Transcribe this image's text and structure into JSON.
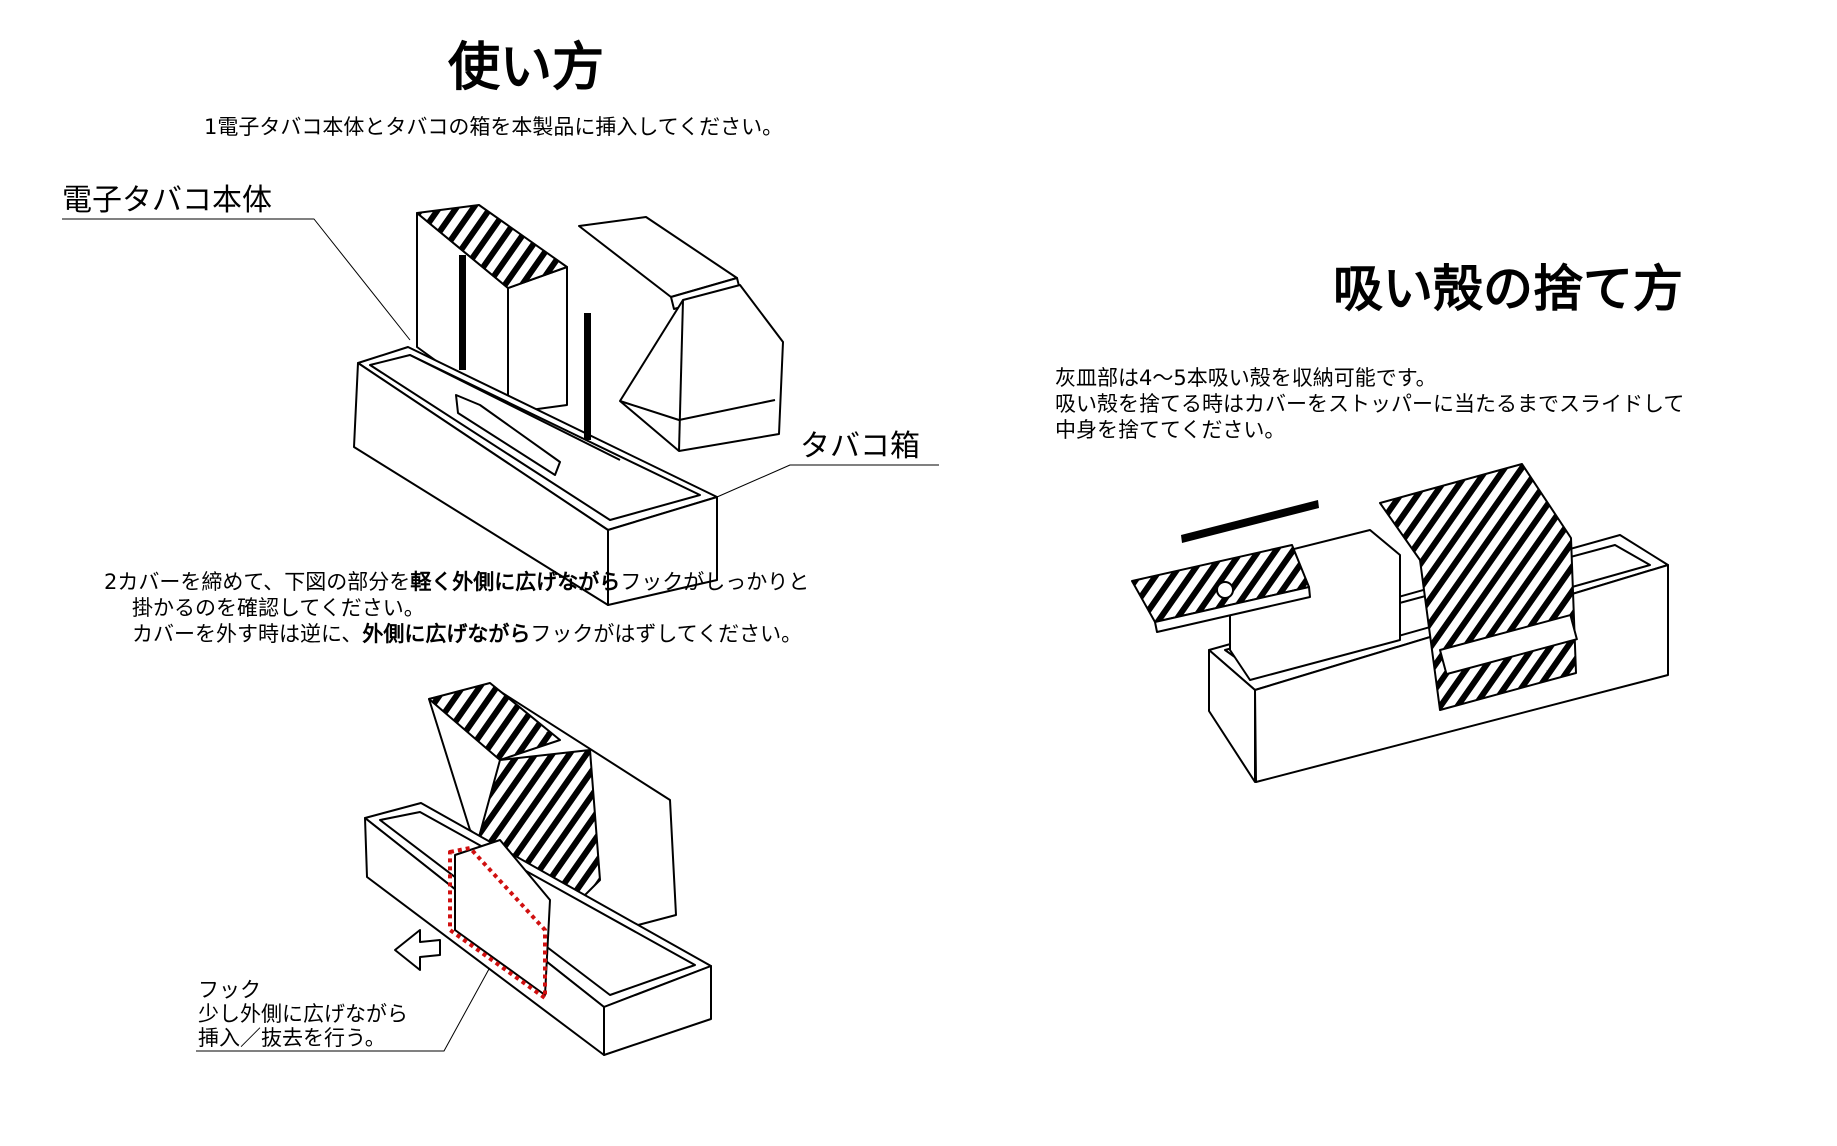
{
  "usage": {
    "title": "使い方",
    "step1": "1電子タバコ本体とタバコの箱を本製品に挿入してください。",
    "label_ecig": "電子タバコ本体",
    "label_box": "タバコ箱",
    "step2": {
      "line1_a": "2カバーを締めて、下図の部分を",
      "line1_bold": "軽く外側に広げながら",
      "line1_b": "フックがしっかりと",
      "line2": "掛かるのを確認してください。",
      "line3_a": "カバーを外す時は逆に、",
      "line3_bold": "外側に広げながら",
      "line3_b": "フックがはずしてください。"
    },
    "hook_label": {
      "line1": "フック",
      "line2": "少し外側に広げながら",
      "line3": "挿入／抜去を行う。"
    }
  },
  "disposal": {
    "title": "吸い殻の捨て方",
    "line1": "灰皿部は4～5本吸い殻を収納可能です。",
    "line2": "吸い殻を捨てる時はカバーをストッパーに当たるまでスライドして",
    "line3": "中身を捨ててください。"
  },
  "colors": {
    "ink": "#000000",
    "highlight": "#d01010"
  }
}
